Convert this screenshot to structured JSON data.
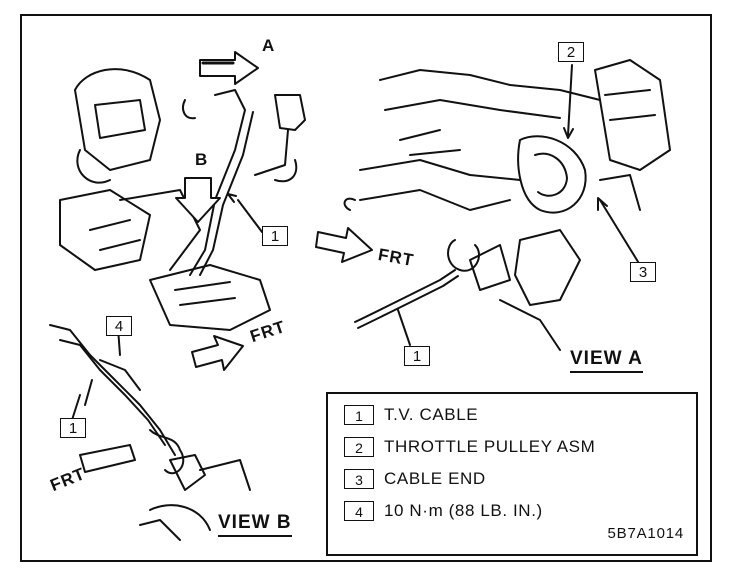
{
  "view_b": {
    "title": "VIEW B",
    "arrow_a": "A",
    "arrow_b": "B",
    "frt_labels": [
      "FRT",
      "FRT"
    ],
    "callouts": [
      "1",
      "4",
      "1"
    ]
  },
  "view_a": {
    "title": "VIEW A",
    "frt_label": "FRT",
    "callouts": [
      "2",
      "3",
      "1"
    ]
  },
  "legend": {
    "items": [
      {
        "num": "1",
        "text": "T.V. CABLE"
      },
      {
        "num": "2",
        "text": "THROTTLE PULLEY ASM"
      },
      {
        "num": "3",
        "text": "CABLE END"
      },
      {
        "num": "4",
        "text": "10 N·m (88 LB. IN.)"
      }
    ],
    "figure_code": "5B7A1014"
  }
}
